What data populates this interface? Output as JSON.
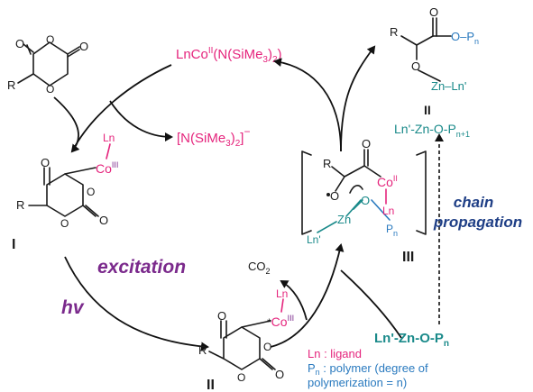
{
  "colors": {
    "black": "#1a1a1a",
    "pink": "#e5257d",
    "teal": "#1a8a8a",
    "blue": "#2a7abf",
    "purple": "#7b2a8c",
    "navy": "#1f3f86"
  },
  "catalyst": {
    "text": "LnCo",
    "ox": "II",
    "ligand": "(N(SiMe",
    "sub": "3",
    "close": ")",
    "sub2": "2",
    "close2": ")"
  },
  "anion": {
    "text": "[N(SiMe",
    "sub": "3",
    "mid": ")",
    "sub2": "2",
    "close": "]",
    "sup": "−"
  },
  "complex_I": {
    "numeral": "I",
    "ligand": "Ln",
    "metal": "Co",
    "ox": "III",
    "R": "R",
    "O": "O"
  },
  "complex_II": {
    "numeral": "II",
    "ligand": "Ln",
    "metal": "Co",
    "ox": "III",
    "star": "*",
    "R": "R",
    "O": "O"
  },
  "complex_III": {
    "numeral": "III",
    "R": "R",
    "O": "O",
    "metal": "Co",
    "ox": "II",
    "ligand": "Ln",
    "zinc": "Zn",
    "ligand_zn": "Ln'",
    "P": "P",
    "P_sub": "n"
  },
  "product": {
    "numeral": "II",
    "R": "R",
    "O": "O",
    "OP": "O–P",
    "OP_sub": "n",
    "zn": "Zn–Ln'",
    "chain": "Ln'-Zn-O-P",
    "chain_sub": "n+1"
  },
  "reagent": {
    "text": "Ln'-Zn-O-P",
    "sub": "n"
  },
  "co2": {
    "text": "CO",
    "sub": "2"
  },
  "labels": {
    "excitation": "excitation",
    "hv": "hv",
    "chain_line1": "chain",
    "chain_line2": "propagation"
  },
  "legend": {
    "ligand": "Ln : ligand",
    "polymer_P": "P",
    "polymer_sub": "n",
    "polymer_line1": " : polymer (degree of",
    "polymer_line2": "polymerization = n)"
  }
}
